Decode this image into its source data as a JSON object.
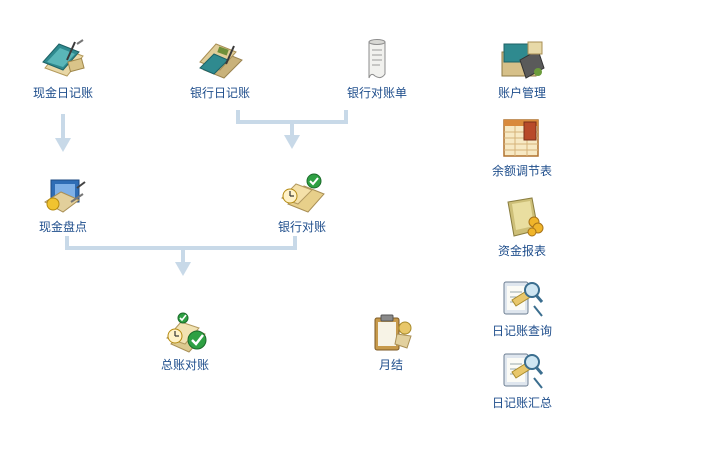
{
  "modules": {
    "cash_journal": {
      "label": "现金日记账",
      "icon": "cash-journal-icon"
    },
    "bank_journal": {
      "label": "银行日记账",
      "icon": "bank-journal-icon"
    },
    "bank_statement": {
      "label": "银行对账单",
      "icon": "bank-statement-scroll-icon"
    },
    "account_management": {
      "label": "账户管理",
      "icon": "account-management-icon"
    },
    "balance_adjustment": {
      "label": "余额调节表",
      "icon": "balance-adjustment-table-icon"
    },
    "cash_count": {
      "label": "现金盘点",
      "icon": "cash-count-icon"
    },
    "bank_reconcile": {
      "label": "银行对账",
      "icon": "bank-reconcile-icon"
    },
    "fund_report": {
      "label": "资金报表",
      "icon": "fund-report-icon"
    },
    "ledger_reconcile": {
      "label": "总账对账",
      "icon": "ledger-reconcile-icon"
    },
    "month_end": {
      "label": "月结",
      "icon": "month-end-clipboard-icon"
    },
    "journal_query": {
      "label": "日记账查询",
      "icon": "journal-query-magnifier-icon"
    },
    "journal_summary": {
      "label": "日记账汇总",
      "icon": "journal-summary-magnifier-icon"
    }
  },
  "colors": {
    "label": "#1f4e8c",
    "connector": "#c8d9e8",
    "background": "#ffffff"
  }
}
